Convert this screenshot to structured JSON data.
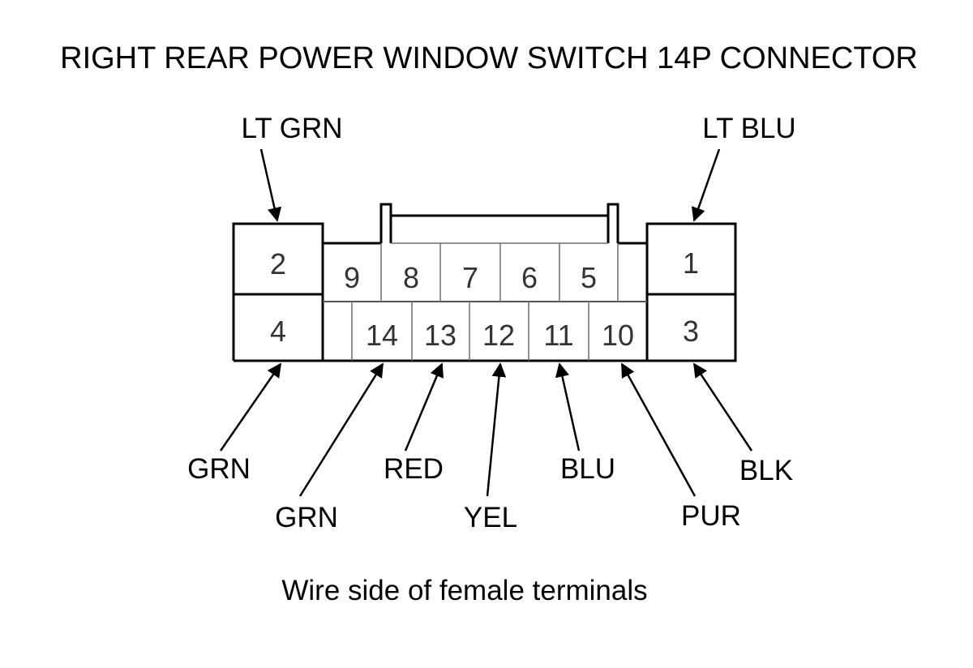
{
  "title": "RIGHT REAR POWER WINDOW SWITCH 14P CONNECTOR",
  "caption": "Wire side of female terminals",
  "pins": {
    "p1": "1",
    "p2": "2",
    "p3": "3",
    "p4": "4",
    "p5": "5",
    "p6": "6",
    "p7": "7",
    "p8": "8",
    "p9": "9",
    "p10": "10",
    "p11": "11",
    "p12": "12",
    "p13": "13",
    "p14": "14"
  },
  "wires": {
    "pin2": "LT GRN",
    "pin1": "LT BLU",
    "pin4": "GRN",
    "pin14": "GRN",
    "pin13": "RED",
    "pin12": "YEL",
    "pin11": "BLU",
    "pin10": "PUR",
    "pin3": "BLK"
  }
}
